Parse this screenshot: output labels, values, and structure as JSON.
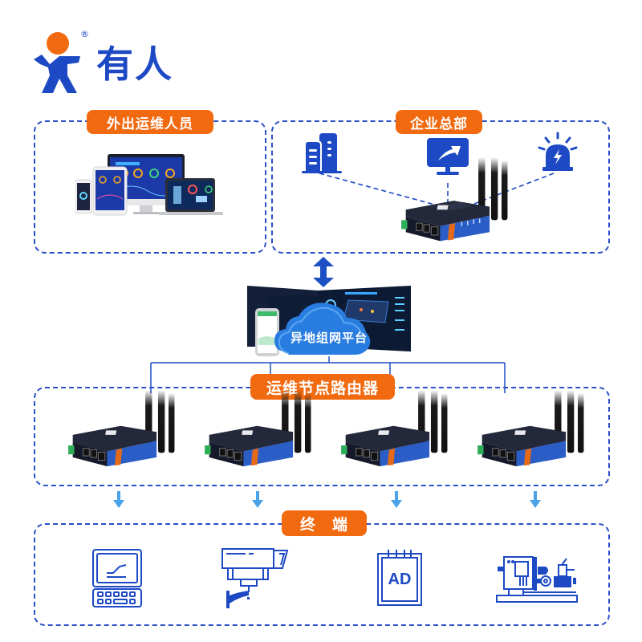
{
  "brand": {
    "name": "有人",
    "registered_mark": "®",
    "logo_icon": "person-logo-icon"
  },
  "colors": {
    "primary_blue": "#1d49c4",
    "dashed_border": "#2a4fc6",
    "tag_orange": "#f26a10",
    "cloud_blue": "#2a7de0",
    "arrow_light_blue": "#4aa3e8"
  },
  "sections": {
    "field_staff": {
      "label": "外出运维人员",
      "content": "multi-device-dashboard-image"
    },
    "headquarters": {
      "label": "企业总部",
      "icons": [
        "building-icon",
        "monitor-upload-icon",
        "alarm-light-icon"
      ],
      "device": "router-image"
    },
    "platform": {
      "label": "异地组网平台",
      "content": "cloud-platform-dashboards"
    },
    "node_routers": {
      "label": "运维节点路由器",
      "count": 4
    },
    "terminals": {
      "label": "终　端",
      "items": [
        {
          "icon": "industrial-computer-icon"
        },
        {
          "icon": "surveillance-camera-icon"
        },
        {
          "icon": "ad-display-icon",
          "text": "AD"
        },
        {
          "icon": "industrial-machine-icon"
        }
      ]
    }
  }
}
